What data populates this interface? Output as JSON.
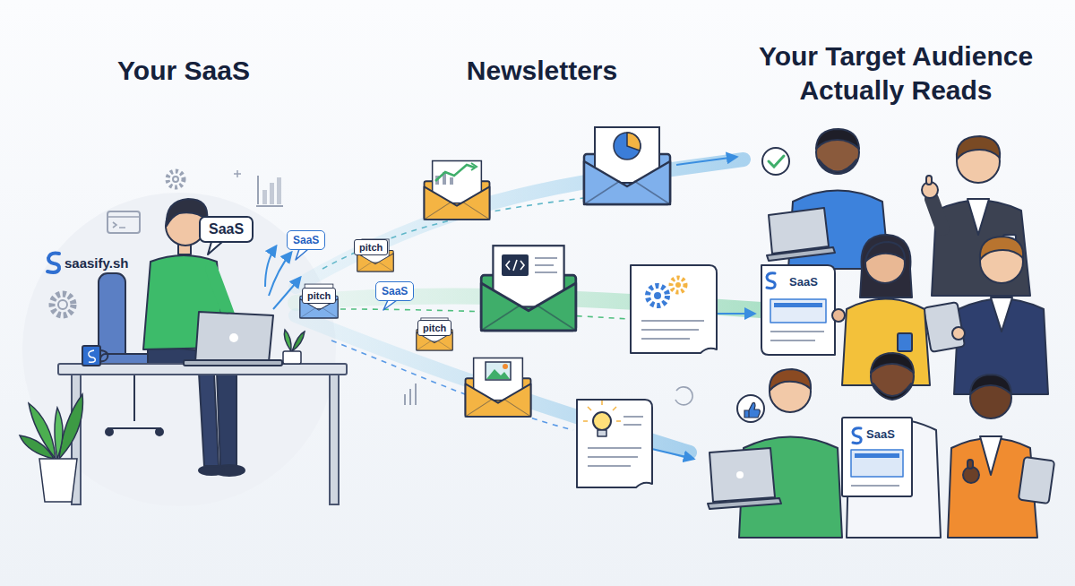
{
  "diagram": {
    "nodes": [
      {
        "text": [
          "SaaS"
        ]
      },
      {
        "text": [
          "SaaS"
        ]
      },
      {
        "text": [
          "pitch"
        ]
      },
      {
        "text": [
          "pitch"
        ]
      },
      {
        "text": [
          "SaaS"
        ]
      },
      {
        "text": [
          "pitch"
        ]
      },
      {
        "text": [
          "SaaS"
        ]
      },
      {
        "text": [
          "SaaS"
        ]
      }
    ],
    "labels": [
      "Your SaaS",
      "Newsletters",
      "Your Target Audience Actually Reads",
      "saasify.sh"
    ]
  }
}
